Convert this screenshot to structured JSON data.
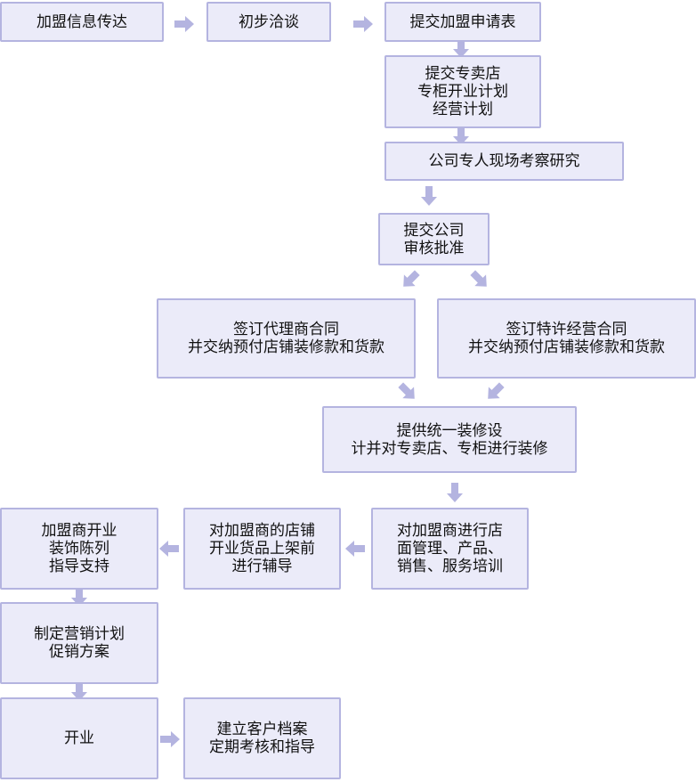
{
  "diagram": {
    "type": "flowchart",
    "colors": {
      "box_fill": "#ebebf9",
      "box_border": "#b4b4e0",
      "arrow": "#b4b4e0",
      "text": "#111111"
    },
    "steps": [
      {
        "id": "s1",
        "text": "加盟信息传达"
      },
      {
        "id": "s2",
        "text": "初步洽谈"
      },
      {
        "id": "s3",
        "text": "提交加盟申请表"
      },
      {
        "id": "s4",
        "text": "提交专卖店\n专柜开业计划\n经营计划"
      },
      {
        "id": "s5",
        "text": "公司专人现场考察研究"
      },
      {
        "id": "s6",
        "text": "提交公司\n审核批准"
      },
      {
        "id": "s7",
        "text": "签订代理商合同\n并交纳预付店铺装修款和货款"
      },
      {
        "id": "s8",
        "text": "签订特许经营合同\n并交纳预付店铺装修款和货款"
      },
      {
        "id": "s9",
        "text": "提供统一装修设\n计并对专卖店、专柜进行装修"
      },
      {
        "id": "s10",
        "text": "对加盟商进行店\n面管理、产品、\n销售、服务培训"
      },
      {
        "id": "s11",
        "text": "对加盟商的店铺\n开业货品上架前\n进行辅导"
      },
      {
        "id": "s12",
        "text": "加盟商开业\n装饰陈列\n指导支持"
      },
      {
        "id": "s13",
        "text": "制定营销计划\n促销方案"
      },
      {
        "id": "s14",
        "text": "开业"
      },
      {
        "id": "s15",
        "text": "建立客户档案\n定期考核和指导"
      }
    ],
    "edges": [
      {
        "from": "s1",
        "to": "s2",
        "direction": "right"
      },
      {
        "from": "s2",
        "to": "s3",
        "direction": "right"
      },
      {
        "from": "s3",
        "to": "s4",
        "direction": "down"
      },
      {
        "from": "s4",
        "to": "s5",
        "direction": "down"
      },
      {
        "from": "s5",
        "to": "s6",
        "direction": "down"
      },
      {
        "from": "s6",
        "to": "s7",
        "direction": "down-left"
      },
      {
        "from": "s6",
        "to": "s8",
        "direction": "down-right"
      },
      {
        "from": "s7",
        "to": "s9",
        "direction": "down-right"
      },
      {
        "from": "s8",
        "to": "s9",
        "direction": "down-left"
      },
      {
        "from": "s9",
        "to": "s10",
        "direction": "down"
      },
      {
        "from": "s10",
        "to": "s11",
        "direction": "left"
      },
      {
        "from": "s11",
        "to": "s12",
        "direction": "left"
      },
      {
        "from": "s12",
        "to": "s13",
        "direction": "down"
      },
      {
        "from": "s13",
        "to": "s14",
        "direction": "down"
      },
      {
        "from": "s14",
        "to": "s15",
        "direction": "right"
      }
    ]
  }
}
